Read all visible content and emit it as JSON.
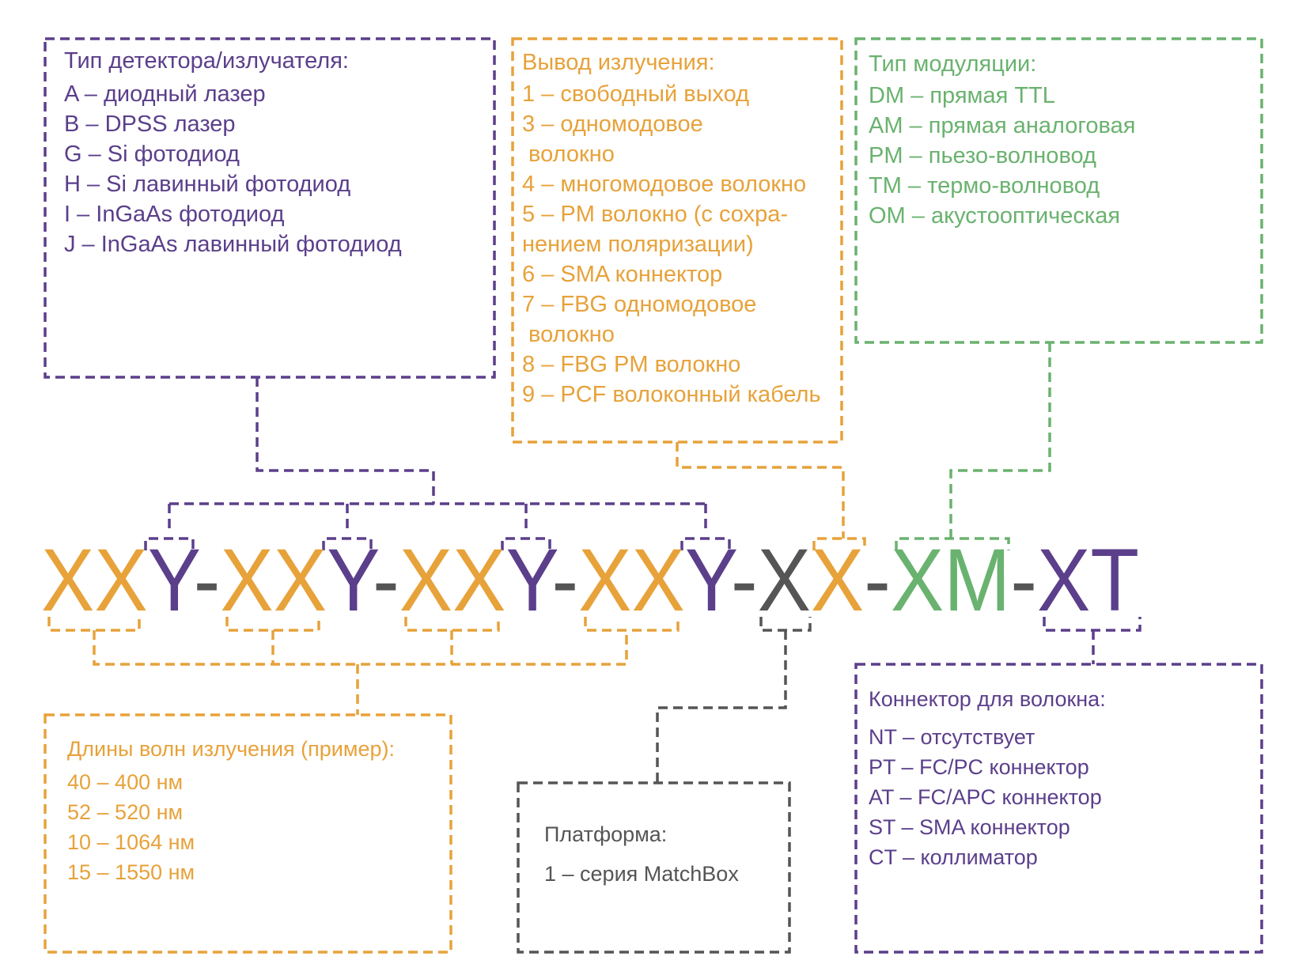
{
  "colors": {
    "purple": "#5b3f8b",
    "orange": "#e7a23a",
    "green": "#6ab26f",
    "gray": "#555555"
  },
  "code": {
    "segments": [
      {
        "text": "XX",
        "color": "orange"
      },
      {
        "text": "Y",
        "color": "purple"
      },
      {
        "text": "-",
        "color": "gray"
      },
      {
        "text": "XX",
        "color": "orange"
      },
      {
        "text": "Y",
        "color": "purple"
      },
      {
        "text": "-",
        "color": "gray"
      },
      {
        "text": "XX",
        "color": "orange"
      },
      {
        "text": "Y",
        "color": "purple"
      },
      {
        "text": "-",
        "color": "gray"
      },
      {
        "text": "XX",
        "color": "orange"
      },
      {
        "text": "Y",
        "color": "purple"
      },
      {
        "text": "-",
        "color": "gray"
      },
      {
        "text": "X",
        "color": "gray"
      },
      {
        "text": "X",
        "color": "orange"
      },
      {
        "text": "-",
        "color": "gray"
      },
      {
        "text": "XM",
        "color": "green"
      },
      {
        "text": "-",
        "color": "gray"
      },
      {
        "text": "XT",
        "color": "purple"
      }
    ]
  },
  "detector": {
    "title": "Тип детектора/излучателя:",
    "items": [
      "A – диодный лазер",
      "B – DPSS лазер",
      "G – Si фотодиод",
      "H – Si лавинный фотодиод",
      "I – InGaAs фотодиод",
      "J – InGaAs лавинный фотодиод"
    ]
  },
  "output": {
    "title": "Вывод излучения:",
    "items": [
      "1 – свободный выход",
      "3 – одномодовое",
      " волокно",
      "4 – многомодовое волокно",
      "5 – PM волокно (с сохра-",
      "нением поляризации)",
      "6 – SMA коннектор",
      "7 – FBG одномодовое",
      " волокно",
      "8 – FBG PM волокно",
      "9 – PCF волоконный кабель"
    ]
  },
  "modulation": {
    "title": "Тип модуляции:",
    "items": [
      "DM – прямая TTL",
      "AM – прямая аналоговая",
      "PM – пьезо-волновод",
      "TM – термо-волновод",
      "OM – акустооптическая"
    ]
  },
  "wavelengths": {
    "title": "Длины волн излучения (пример):",
    "items": [
      "40 – 400 нм",
      "52 – 520 нм",
      "10 – 1064 нм",
      "15 – 1550 нм"
    ]
  },
  "platform": {
    "title": "Платформа:",
    "items": [
      "1 – серия MatchBox"
    ]
  },
  "connector": {
    "title": "Коннектор для волокна:",
    "items": [
      "NT – отсутствует",
      "PT – FC/PC коннектор",
      "AT – FC/APC коннектор",
      "ST – SMA коннектор",
      "CT – коллиматор"
    ]
  }
}
